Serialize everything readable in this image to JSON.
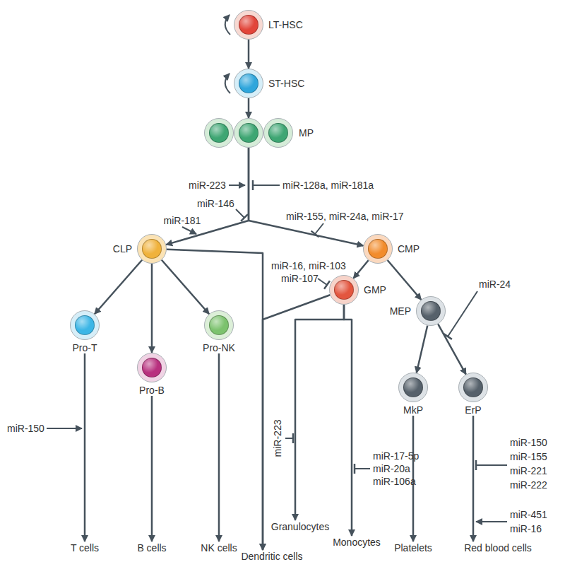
{
  "diagram": {
    "nodes": [
      {
        "text": [
          "LT-HSC"
        ]
      },
      {
        "text": [
          "ST-HSC"
        ]
      },
      {
        "text": [
          "MP"
        ]
      },
      {
        "text": [
          "CLP"
        ]
      },
      {
        "text": [
          "CMP"
        ]
      },
      {
        "text": [
          "GMP"
        ]
      },
      {
        "text": [
          "MEP"
        ]
      },
      {
        "text": [
          "Pro-T"
        ]
      },
      {
        "text": [
          "Pro-B"
        ]
      },
      {
        "text": [
          "Pro-NK"
        ]
      },
      {
        "text": [
          "MkP"
        ]
      },
      {
        "text": [
          "ErP"
        ]
      },
      {
        "text": [
          "T cells"
        ]
      },
      {
        "text": [
          "B cells"
        ]
      },
      {
        "text": [
          "NK cells"
        ]
      },
      {
        "text": [
          "Dendritic cells"
        ]
      },
      {
        "text": [
          "Granulocytes"
        ]
      },
      {
        "text": [
          "Monocytes"
        ]
      },
      {
        "text": [
          "Platelets"
        ]
      },
      {
        "text": [
          "Red blood cells"
        ]
      }
    ],
    "edges": [
      {
        "from": 0,
        "to": 1,
        "arrow": "to"
      },
      {
        "from": 1,
        "to": 2,
        "arrow": "to"
      },
      {
        "from": 2,
        "to": 3,
        "arrow": "to"
      },
      {
        "from": 2,
        "to": 4,
        "arrow": "to"
      },
      {
        "from": 3,
        "to": 7,
        "arrow": "to"
      },
      {
        "from": 3,
        "to": 8,
        "arrow": "to"
      },
      {
        "from": 3,
        "to": 9,
        "arrow": "to"
      },
      {
        "from": 3,
        "to": 15,
        "arrow": "to"
      },
      {
        "from": 4,
        "to": 5,
        "arrow": "to"
      },
      {
        "from": 4,
        "to": 6,
        "arrow": "to"
      },
      {
        "from": 5,
        "to": 15,
        "arrow": "to"
      },
      {
        "from": 5,
        "to": 16,
        "arrow": "to"
      },
      {
        "from": 5,
        "to": 17,
        "arrow": "to"
      },
      {
        "from": 6,
        "to": 10,
        "arrow": "to"
      },
      {
        "from": 6,
        "to": 11,
        "arrow": "to"
      },
      {
        "from": 7,
        "to": 12,
        "arrow": "to"
      },
      {
        "from": 8,
        "to": 13,
        "arrow": "to"
      },
      {
        "from": 9,
        "to": 14,
        "arrow": "to"
      },
      {
        "from": 10,
        "to": 18,
        "arrow": "to"
      },
      {
        "from": 11,
        "to": 19,
        "arrow": "to"
      }
    ],
    "labels": [
      "miR-223",
      "miR-128a, miR-181a",
      "miR-146",
      "miR-181",
      "miR-155, miR-24a, miR-17",
      "miR-16, miR-103",
      "miR-107",
      "miR-24",
      "miR-150",
      "miR-223",
      "miR-17-5p",
      "miR-20a",
      "miR-106a",
      "miR-150",
      "miR-155",
      "miR-221",
      "miR-222",
      "miR-451",
      "miR-16"
    ]
  }
}
